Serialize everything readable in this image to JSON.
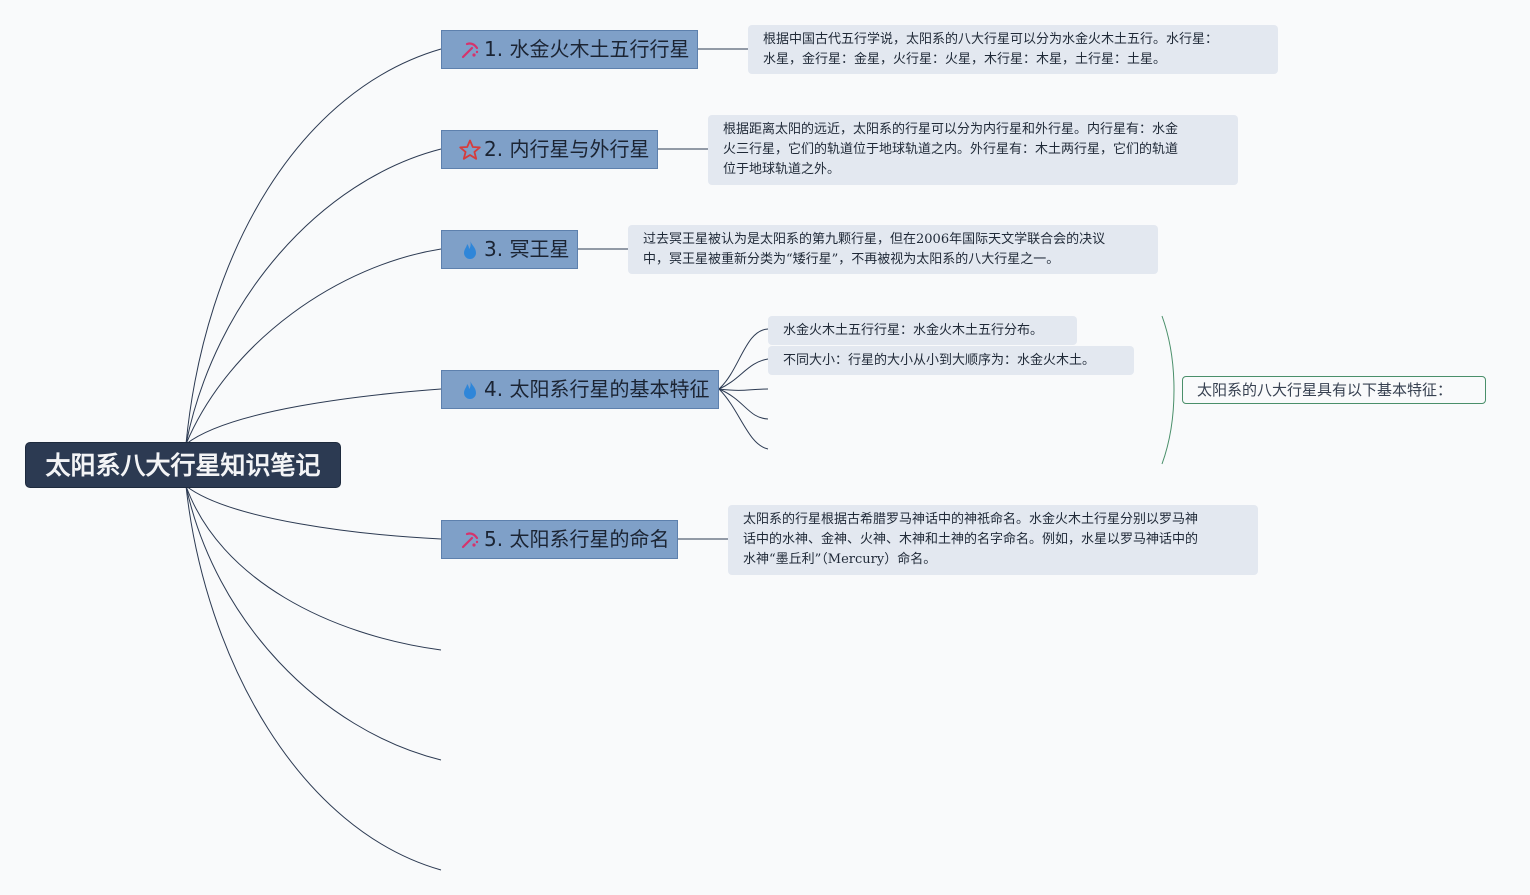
{
  "root": {
    "title": "太阳系八大行星知识笔记"
  },
  "topics": [
    {
      "label": "1. 水金火木土五行行星",
      "icon": "pickaxe-icon",
      "note_lines": [
        "根据中国古代五行学说，太阳系的八大行星可以分为水金火木土五行。水行星：",
        "水星，金行星：金星，火行星：火星，木行星：木星，土行星：土星。"
      ]
    },
    {
      "label": "2. 内行星与外行星",
      "icon": "star-icon",
      "note_lines": [
        "根据距离太阳的远近，太阳系的行星可以分为内行星和外行星。内行星有：水金",
        "火三行星，它们的轨道位于地球轨道之内。外行星有：木土两行星，它们的轨道",
        "位于地球轨道之外。"
      ]
    },
    {
      "label": "3. 冥王星",
      "icon": "flame-icon",
      "note_lines": [
        "过去冥王星被认为是太阳系的第九颗行星，但在2006年国际天文学联合会的决议",
        "中，冥王星被重新分类为“矮行星”，不再被视为太阳系的八大行星之一。"
      ]
    },
    {
      "label": "4. 太阳系行星的基本特征",
      "icon": "flame-icon",
      "subtopics": [
        "水金火木土五行行星：水金火木土五行分布。",
        "不同大小：行星的大小从小到大顺序为：水金火木土。"
      ],
      "summary": "太阳系的八大行星具有以下基本特征："
    },
    {
      "label": "5. 太阳系行星的命名",
      "icon": "pickaxe-icon",
      "note_lines": [
        "太阳系的行星根据古希腊罗马神话中的神祇命名。水金火木土行星分别以罗马神",
        "话中的水神、金神、火神、木神和土神的名字命名。例如，水星以罗马神话中的",
        "水神“墨丘利”（Mercury）命名。"
      ]
    }
  ],
  "colors": {
    "root_bg": "#2c3a52",
    "topic_bg": "#7fa0c8",
    "note_bg": "#e3e8f0",
    "connector": "#2c3a52",
    "summary_border": "#4a8f6a",
    "pickaxe": "#d6336c",
    "star": "#d63c3c",
    "flame": "#2f86d9"
  }
}
